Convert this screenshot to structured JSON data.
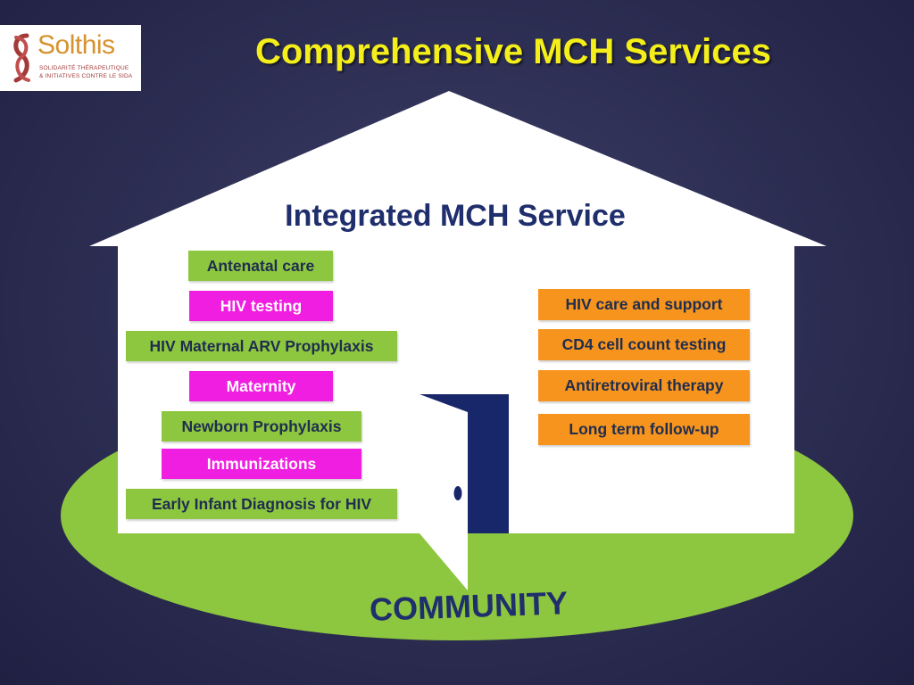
{
  "slide": {
    "title": "Comprehensive MCH Services"
  },
  "logo": {
    "name": "Solthis",
    "tagline_line1": "SOLIDARITÉ THÉRAPEUTIQUE",
    "tagline_line2": "& INITIATIVES CONTRE LE SIDA"
  },
  "house": {
    "title": "Integrated MCH Service",
    "left_services": [
      {
        "label": "Antenatal care",
        "color": "green"
      },
      {
        "label": "HIV testing",
        "color": "pink"
      },
      {
        "label": "HIV Maternal ARV Prophylaxis",
        "color": "green"
      },
      {
        "label": "Maternity",
        "color": "pink"
      },
      {
        "label": "Newborn Prophylaxis",
        "color": "green"
      },
      {
        "label": "Immunizations",
        "color": "pink"
      },
      {
        "label": "Early Infant Diagnosis for HIV",
        "color": "green"
      }
    ],
    "right_services": [
      {
        "label": "HIV care and support",
        "color": "orange"
      },
      {
        "label": "CD4 cell count testing",
        "color": "orange"
      },
      {
        "label": "Antiretroviral therapy",
        "color": "orange"
      },
      {
        "label": "Long term follow-up",
        "color": "orange"
      }
    ]
  },
  "ground": {
    "label": "COMMUNITY"
  },
  "colors": {
    "title_yellow": "#f4ee1a",
    "navy": "#1f2e6c",
    "green": "#8dc63f",
    "pink": "#f01ee0",
    "orange": "#f7941d",
    "logo_gold": "#d6922e",
    "logo_red": "#a33a3a"
  }
}
